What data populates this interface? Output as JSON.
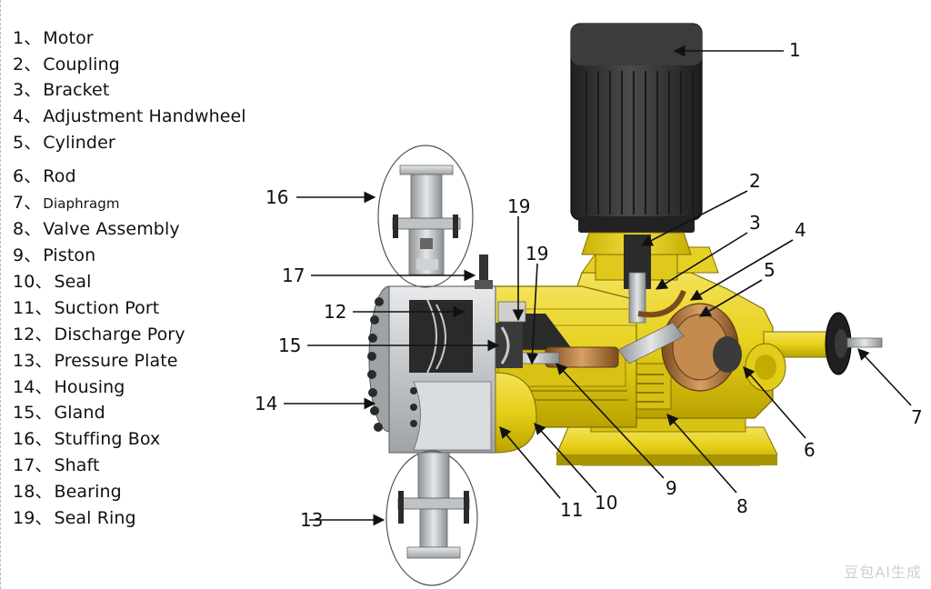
{
  "legend": [
    {
      "num": "1、",
      "label": "Motor"
    },
    {
      "num": "2、",
      "label": "Coupling"
    },
    {
      "num": "3、",
      "label": "Bracket"
    },
    {
      "num": "4、",
      "label": "Adjustment Handwheel"
    },
    {
      "num": "5、",
      "label": "Cylinder"
    },
    {
      "num": "6、",
      "label": "Rod"
    },
    {
      "num": "7、",
      "label": "Diaphragm"
    },
    {
      "num": "8、",
      "label": "Valve Assembly"
    },
    {
      "num": "9、",
      "label": "Piston"
    },
    {
      "num": "10、",
      "label": "Seal"
    },
    {
      "num": "11、",
      "label": "Suction Port"
    },
    {
      "num": "12、",
      "label": "Discharge Pory"
    },
    {
      "num": "13、",
      "label": "Pressure Plate"
    },
    {
      "num": "14、",
      "label": "Housing"
    },
    {
      "num": "15、",
      "label": "Gland"
    },
    {
      "num": "16、",
      "label": "Stuffing Box"
    },
    {
      "num": "17、",
      "label": "Shaft"
    },
    {
      "num": "18、",
      "label": "Bearing"
    },
    {
      "num": "19、",
      "label": "Seal Ring"
    }
  ],
  "callouts": [
    "1",
    "2",
    "3",
    "4",
    "5",
    "6",
    "7",
    "8",
    "9",
    "10",
    "11",
    "12",
    "13",
    "14",
    "15",
    "16",
    "17",
    "19",
    "19"
  ],
  "watermark": "豆包AI生成",
  "colors": {
    "brass_yellow": "#E8D21A",
    "motor_black": "#2E2F30",
    "steel_grey": "#B8BCC0",
    "bronze": "#B87A3A"
  }
}
